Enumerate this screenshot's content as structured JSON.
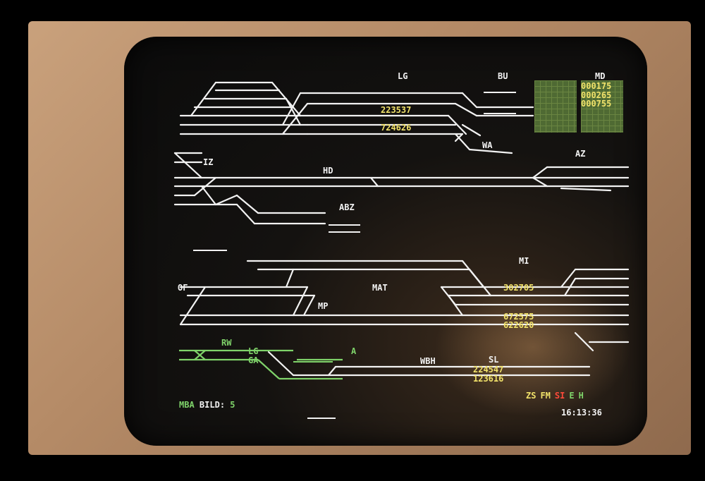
{
  "stations": {
    "lg": "LG",
    "bu": "BU",
    "md": "MD",
    "wa": "WA",
    "iz": "IZ",
    "az": "AZ",
    "hd": "HD",
    "abz": "ABZ",
    "mi": "MI",
    "of": "OF",
    "mat": "MAT",
    "mp": "MP",
    "rw": "RW",
    "lg2": "LG",
    "ga": "GA",
    "a": "A",
    "wbh": "WBH",
    "sl": "SL"
  },
  "train_numbers": {
    "lg_upper": "223537",
    "lg_lower": "724626",
    "md_1": "000175",
    "md_2": "000265",
    "md_3": "000755",
    "mi_1": "302705",
    "mi_2": "672575",
    "mi_3": "622620",
    "sl_1": "224547",
    "sl_2": "123616"
  },
  "status_bar": {
    "mode": "MBA",
    "page_label": "BILD:",
    "page_number": "5",
    "indicators": [
      {
        "label": "ZS",
        "color": "#f1e26a"
      },
      {
        "label": "FM",
        "color": "#f1e26a"
      },
      {
        "label": "SI",
        "color": "#ff4a3a"
      },
      {
        "label": "E",
        "color": "#7fd36a"
      },
      {
        "label": "H",
        "color": "#7fd36a"
      }
    ],
    "clock": "16:13:36"
  },
  "colors": {
    "track": "#f2f2f2",
    "train": "#f1e26a",
    "local": "#7fd36a",
    "alarm": "#ff4a3a"
  }
}
